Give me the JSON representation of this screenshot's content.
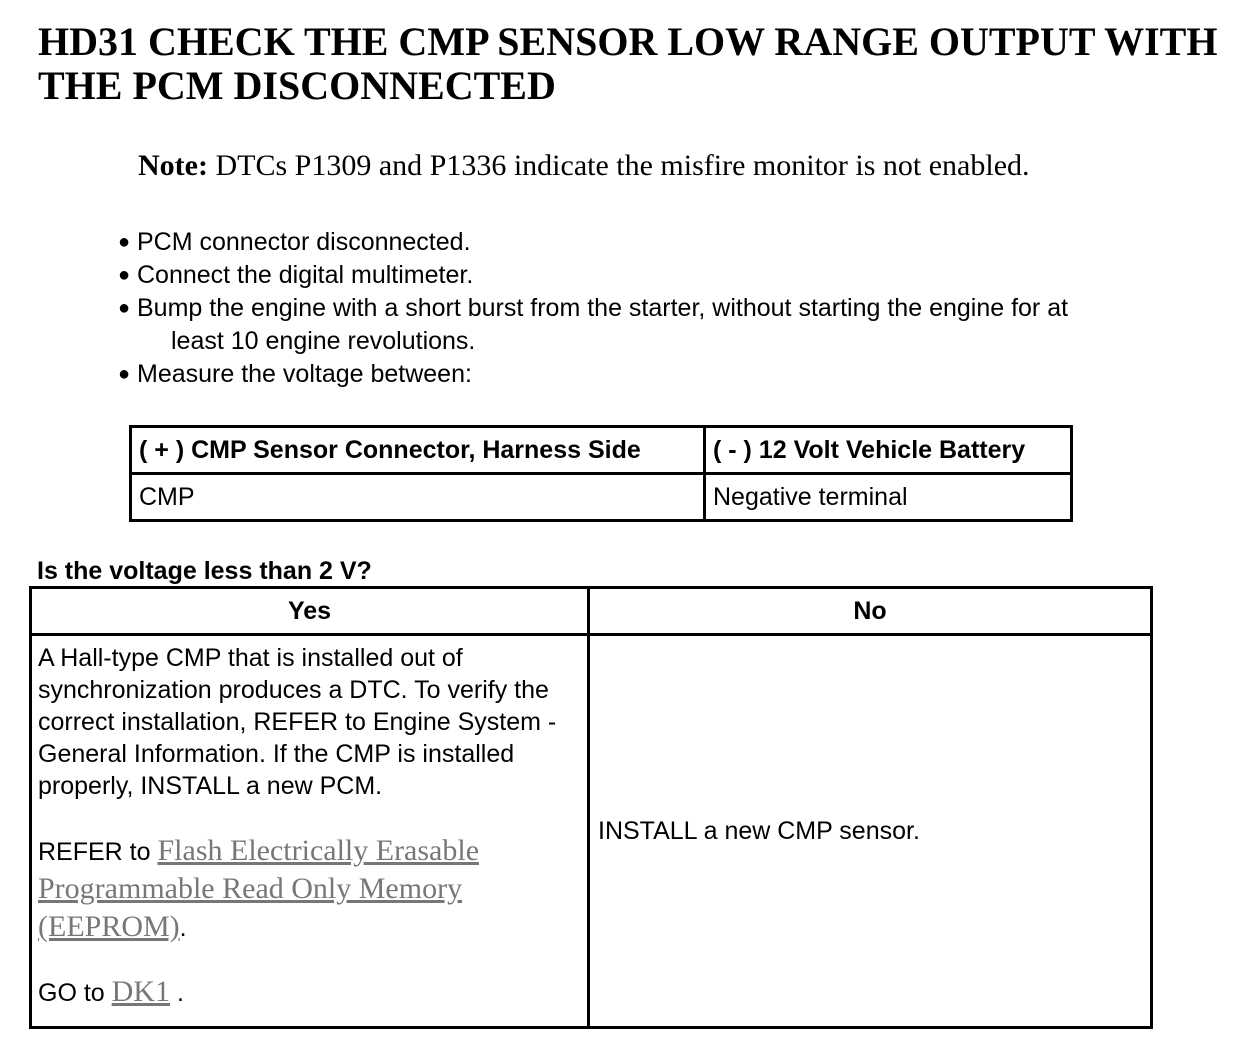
{
  "title": "HD31 CHECK THE CMP SENSOR LOW RANGE OUTPUT WITH THE PCM DISCONNECTED",
  "note": {
    "label": "Note:",
    "text": "DTCs P1309 and P1336 indicate the misfire monitor is not enabled."
  },
  "steps": [
    {
      "text": "PCM connector disconnected."
    },
    {
      "text": "Connect the digital multimeter."
    },
    {
      "text": "Bump the engine with a short burst from the starter, without starting the engine for at",
      "continuation": "least 10 engine revolutions."
    },
    {
      "text": "Measure the voltage between:"
    }
  ],
  "measure_table": {
    "headers": [
      "( + ) CMP Sensor Connector, Harness Side",
      "( - ) 12 Volt Vehicle Battery"
    ],
    "rows": [
      [
        "CMP",
        "Negative terminal"
      ]
    ]
  },
  "question": "Is the voltage less than 2 V?",
  "answer_table": {
    "yes_header": "Yes",
    "no_header": "No",
    "yes": {
      "paragraph": "A Hall-type CMP that is installed out of synchronization produces a DTC. To verify the correct installation, REFER to Engine System - General Information. If the CMP is installed properly, INSTALL a new PCM.",
      "refer_prefix": "REFER to",
      "refer_link": "Flash Electrically Erasable Programmable Read Only Memory (EEPROM)",
      "refer_suffix": ".",
      "goto_prefix": "GO to",
      "goto_link": "DK1",
      "goto_suffix": "."
    },
    "no": {
      "text": "INSTALL a new CMP sensor."
    }
  }
}
